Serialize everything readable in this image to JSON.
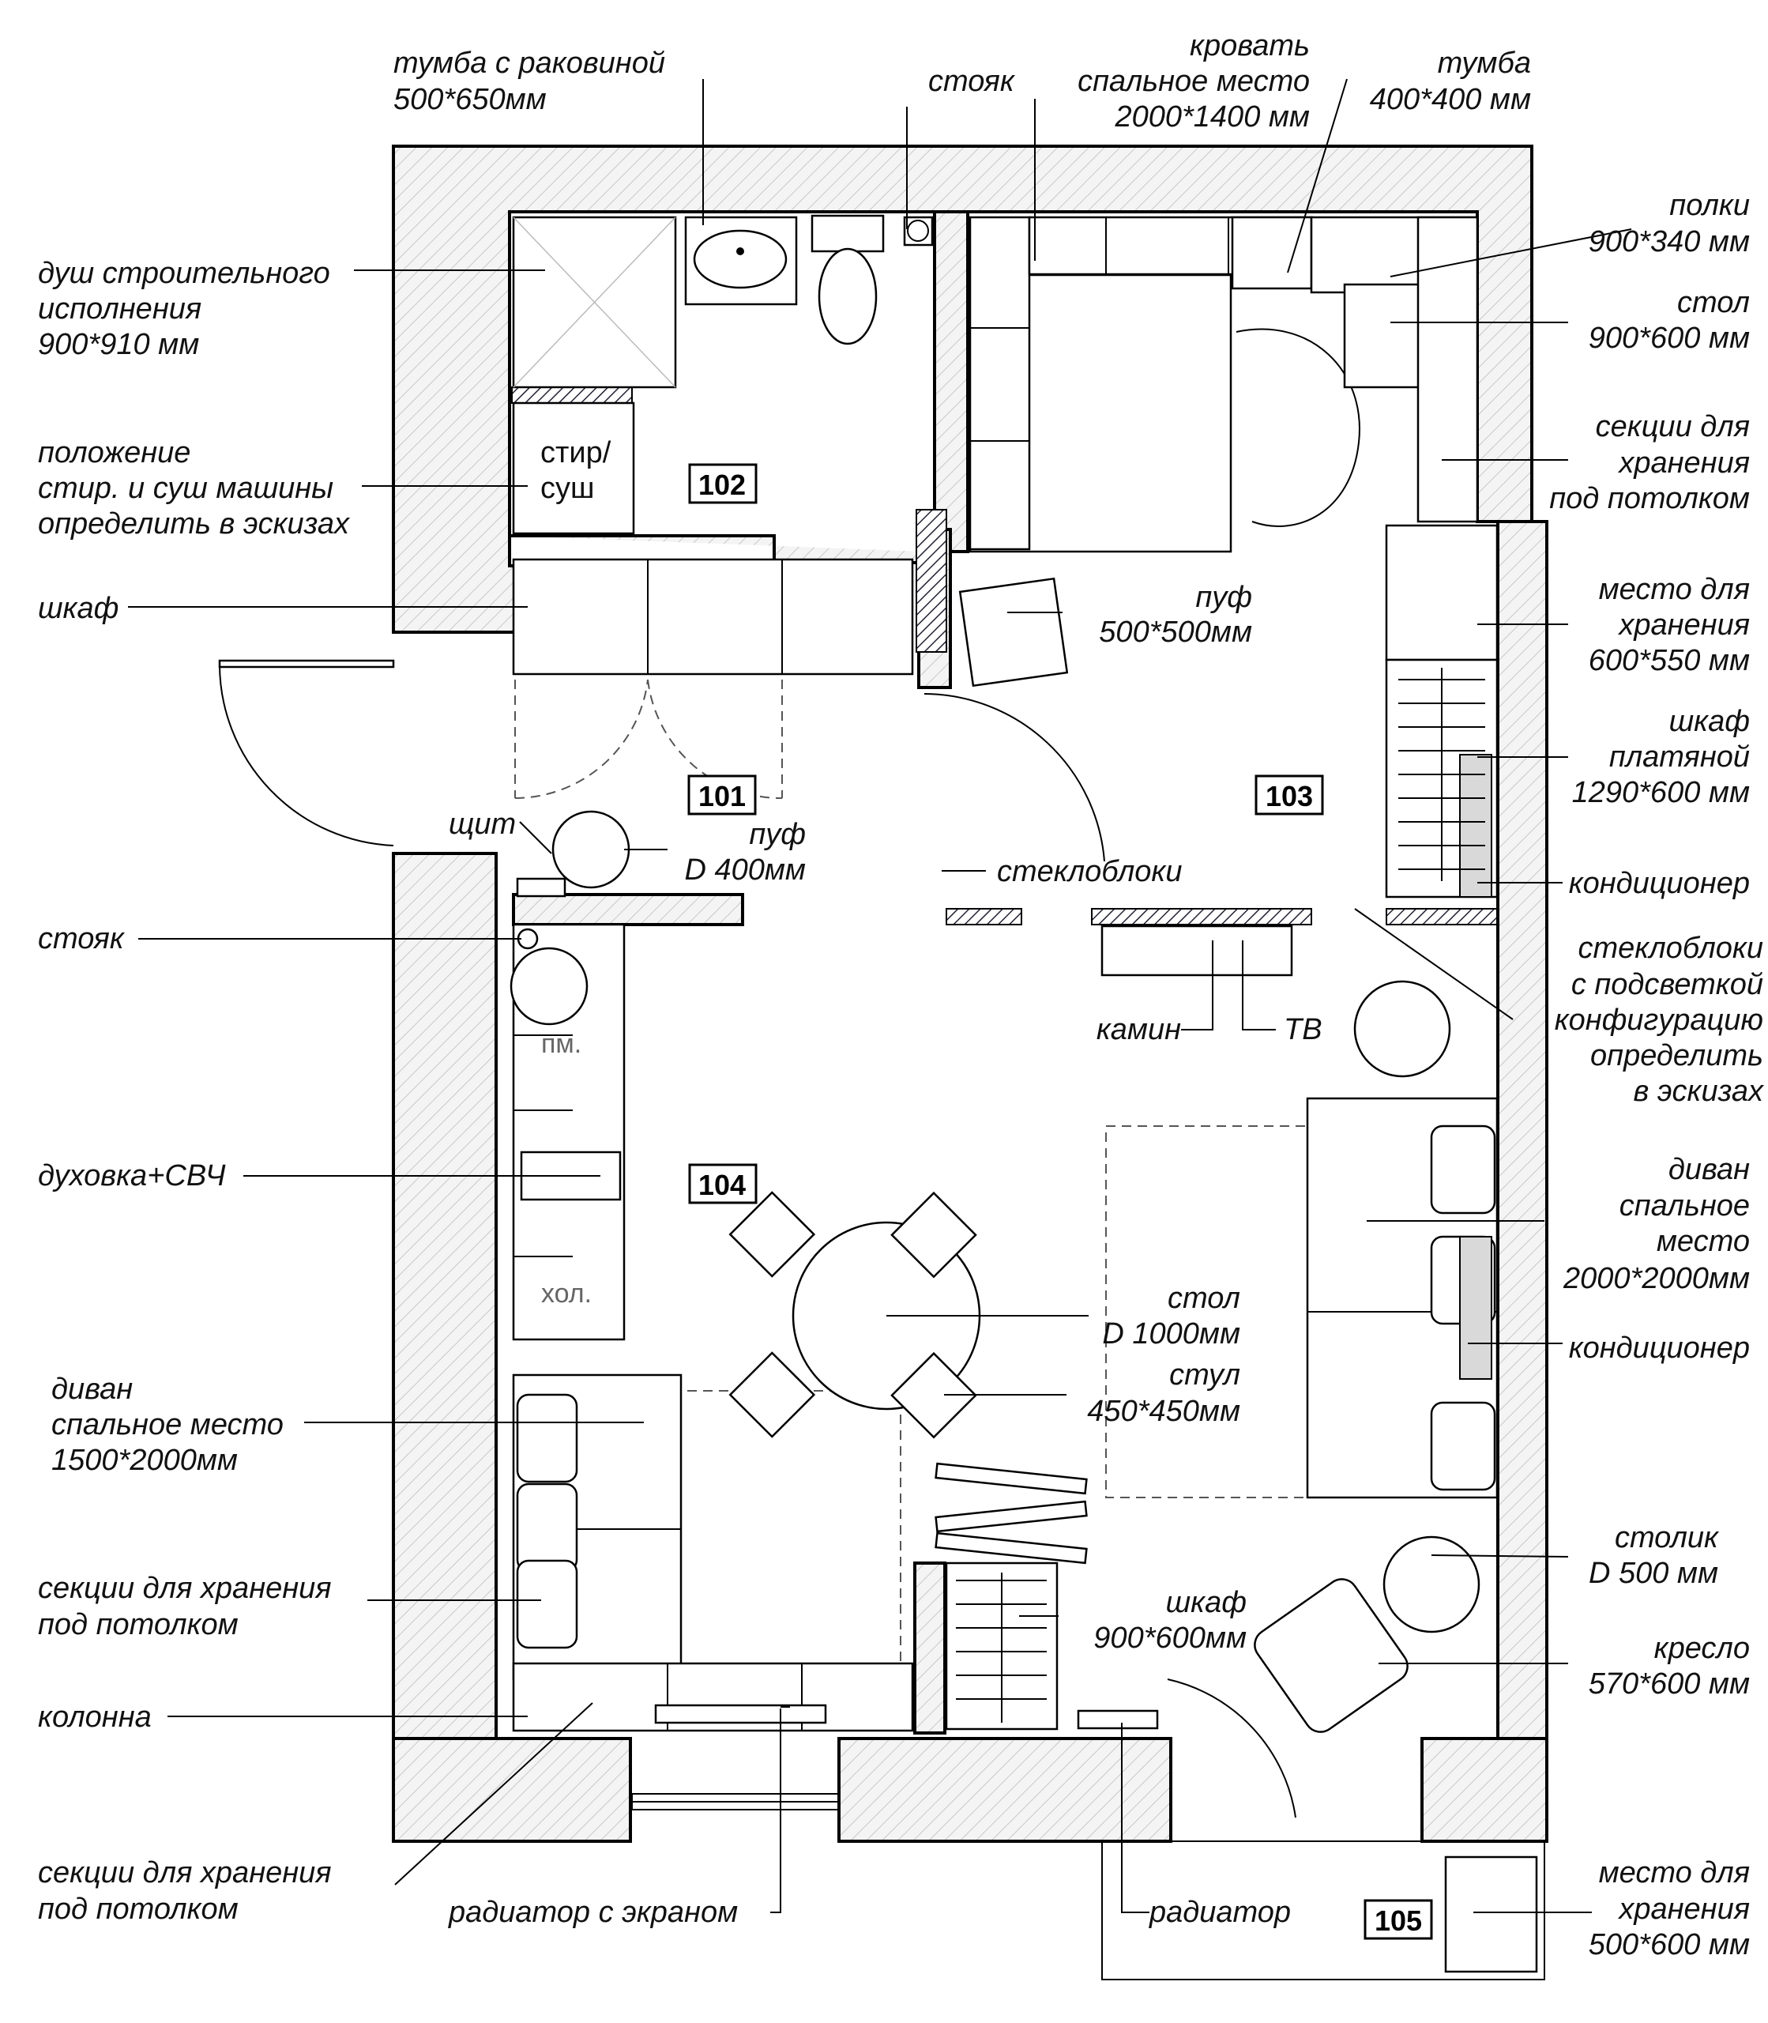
{
  "rooms": {
    "r101": "101",
    "r102": "102",
    "r103": "103",
    "r104": "104",
    "r105": "105"
  },
  "fixtures": {
    "washer_line1": "стир/",
    "washer_line2": "суш",
    "pm": "пм.",
    "fridge": "хол."
  },
  "labels": {
    "sink_cabinet": [
      "тумба с раковиной",
      "500*650мм"
    ],
    "riser_top": [
      "стояк"
    ],
    "bed": [
      "кровать",
      "спальное место",
      "2000*1400 мм"
    ],
    "nightstand": [
      "тумба",
      "400*400 мм"
    ],
    "shower": [
      "душ строительного",
      "исполнения",
      "900*910 мм"
    ],
    "shelves": [
      "полки",
      "900*340 мм"
    ],
    "desk": [
      "стол",
      "900*600 мм"
    ],
    "ceiling_storage_right": [
      "секции для",
      "хранения",
      "под потолком"
    ],
    "washer_position": [
      "положение",
      "стир. и  суш машины",
      "определить в эскизах"
    ],
    "wardrobe_hall": [
      "шкаф"
    ],
    "pouf_bedroom": [
      "пуф",
      "500*500мм"
    ],
    "storage_place": [
      "место для",
      "хранения",
      "600*550 мм"
    ],
    "wardrobe_clothes": [
      "шкаф",
      "платяной",
      "1290*600 мм"
    ],
    "panel": [
      "щит"
    ],
    "pouf_hall": [
      "пуф",
      "D 400мм"
    ],
    "glass_blocks": [
      "стеклоблоки"
    ],
    "ac_bedroom": [
      "кондиционер"
    ],
    "riser_kitchen": [
      "стояк"
    ],
    "glass_blocks_lit": [
      "стеклоблоки",
      "с подсветкой",
      "конфигурацию",
      "определить",
      "в эскизах"
    ],
    "fireplace": [
      "камин"
    ],
    "tv": [
      "ТВ"
    ],
    "oven": [
      "духовка+СВЧ"
    ],
    "sofa_right": [
      "диван",
      "спальное",
      "место",
      "2000*2000мм"
    ],
    "table": [
      "стол",
      "D 1000мм"
    ],
    "chair": [
      "стул",
      "450*450мм"
    ],
    "ac_living": [
      "кондиционер"
    ],
    "sofa_left": [
      "диван",
      "спальное место",
      "1500*2000мм"
    ],
    "side_table": [
      "столик",
      "D 500 мм"
    ],
    "ceiling_storage_left": [
      "секции для хранения",
      "под потолком"
    ],
    "wardrobe_living": [
      "шкаф",
      "900*600мм"
    ],
    "armchair": [
      "кресло",
      "570*600 мм"
    ],
    "column": [
      "колонна"
    ],
    "ceiling_storage_bottom": [
      "секции для хранения",
      "под потолком"
    ],
    "radiator_screen": [
      "радиатор с экраном"
    ],
    "radiator": [
      "радиатор"
    ],
    "storage_balcony": [
      "место для",
      "хранения",
      "500*600 мм"
    ]
  }
}
